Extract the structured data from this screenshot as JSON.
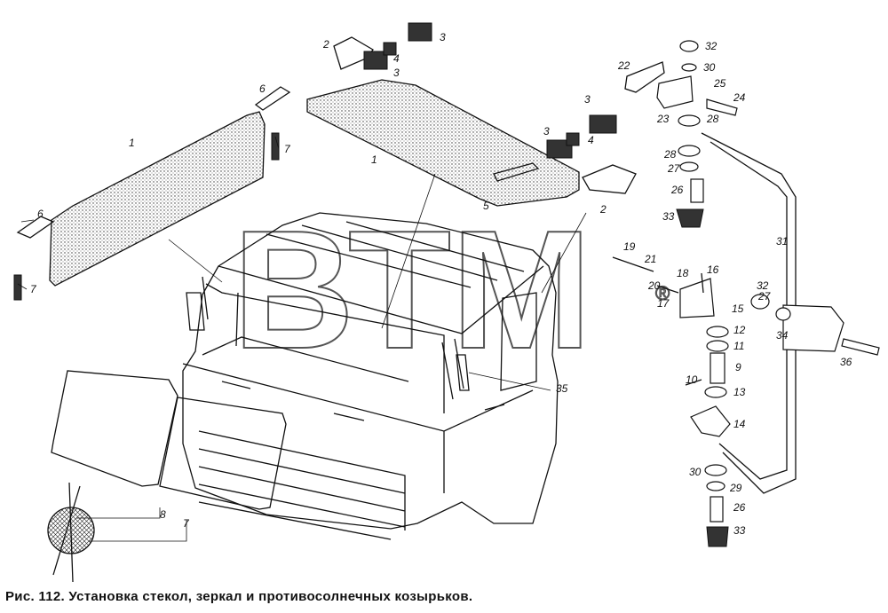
{
  "caption": "Рис. 112. Установка стекол, зеркал и противосолнечных козырьков.",
  "watermark": {
    "text": "ВТМ",
    "registered_mark": "®"
  },
  "callouts": [
    {
      "id": "c1a",
      "text": "1"
    },
    {
      "id": "c1b",
      "text": "1"
    },
    {
      "id": "c2a",
      "text": "2"
    },
    {
      "id": "c2b",
      "text": "2"
    },
    {
      "id": "c3a",
      "text": "3"
    },
    {
      "id": "c3b",
      "text": "3"
    },
    {
      "id": "c3c",
      "text": "3"
    },
    {
      "id": "c3d",
      "text": "3"
    },
    {
      "id": "c4a",
      "text": "4"
    },
    {
      "id": "c4b",
      "text": "4"
    },
    {
      "id": "c5",
      "text": "5"
    },
    {
      "id": "c6a",
      "text": "6"
    },
    {
      "id": "c6b",
      "text": "6"
    },
    {
      "id": "c7a",
      "text": "7"
    },
    {
      "id": "c7b",
      "text": "7"
    },
    {
      "id": "c7c",
      "text": "7"
    },
    {
      "id": "c8",
      "text": "8"
    },
    {
      "id": "c9",
      "text": "9"
    },
    {
      "id": "c10",
      "text": "10"
    },
    {
      "id": "c11",
      "text": "11"
    },
    {
      "id": "c12",
      "text": "12"
    },
    {
      "id": "c13",
      "text": "13"
    },
    {
      "id": "c14",
      "text": "14"
    },
    {
      "id": "c15",
      "text": "15"
    },
    {
      "id": "c16",
      "text": "16"
    },
    {
      "id": "c17",
      "text": "17"
    },
    {
      "id": "c18",
      "text": "18"
    },
    {
      "id": "c19",
      "text": "19"
    },
    {
      "id": "c20",
      "text": "20"
    },
    {
      "id": "c21",
      "text": "21"
    },
    {
      "id": "c22",
      "text": "22"
    },
    {
      "id": "c23",
      "text": "23"
    },
    {
      "id": "c24",
      "text": "24"
    },
    {
      "id": "c25",
      "text": "25"
    },
    {
      "id": "c26a",
      "text": "26"
    },
    {
      "id": "c26b",
      "text": "26"
    },
    {
      "id": "c27a",
      "text": "27"
    },
    {
      "id": "c27b",
      "text": "27"
    },
    {
      "id": "c28a",
      "text": "28"
    },
    {
      "id": "c28b",
      "text": "28"
    },
    {
      "id": "c29",
      "text": "29"
    },
    {
      "id": "c30a",
      "text": "30"
    },
    {
      "id": "c30b",
      "text": "30"
    },
    {
      "id": "c31",
      "text": "31"
    },
    {
      "id": "c32a",
      "text": "32"
    },
    {
      "id": "c32b",
      "text": "32"
    },
    {
      "id": "c33a",
      "text": "33"
    },
    {
      "id": "c33b",
      "text": "33"
    },
    {
      "id": "c34",
      "text": "34"
    },
    {
      "id": "c35",
      "text": "35"
    },
    {
      "id": "c36",
      "text": "36"
    }
  ]
}
